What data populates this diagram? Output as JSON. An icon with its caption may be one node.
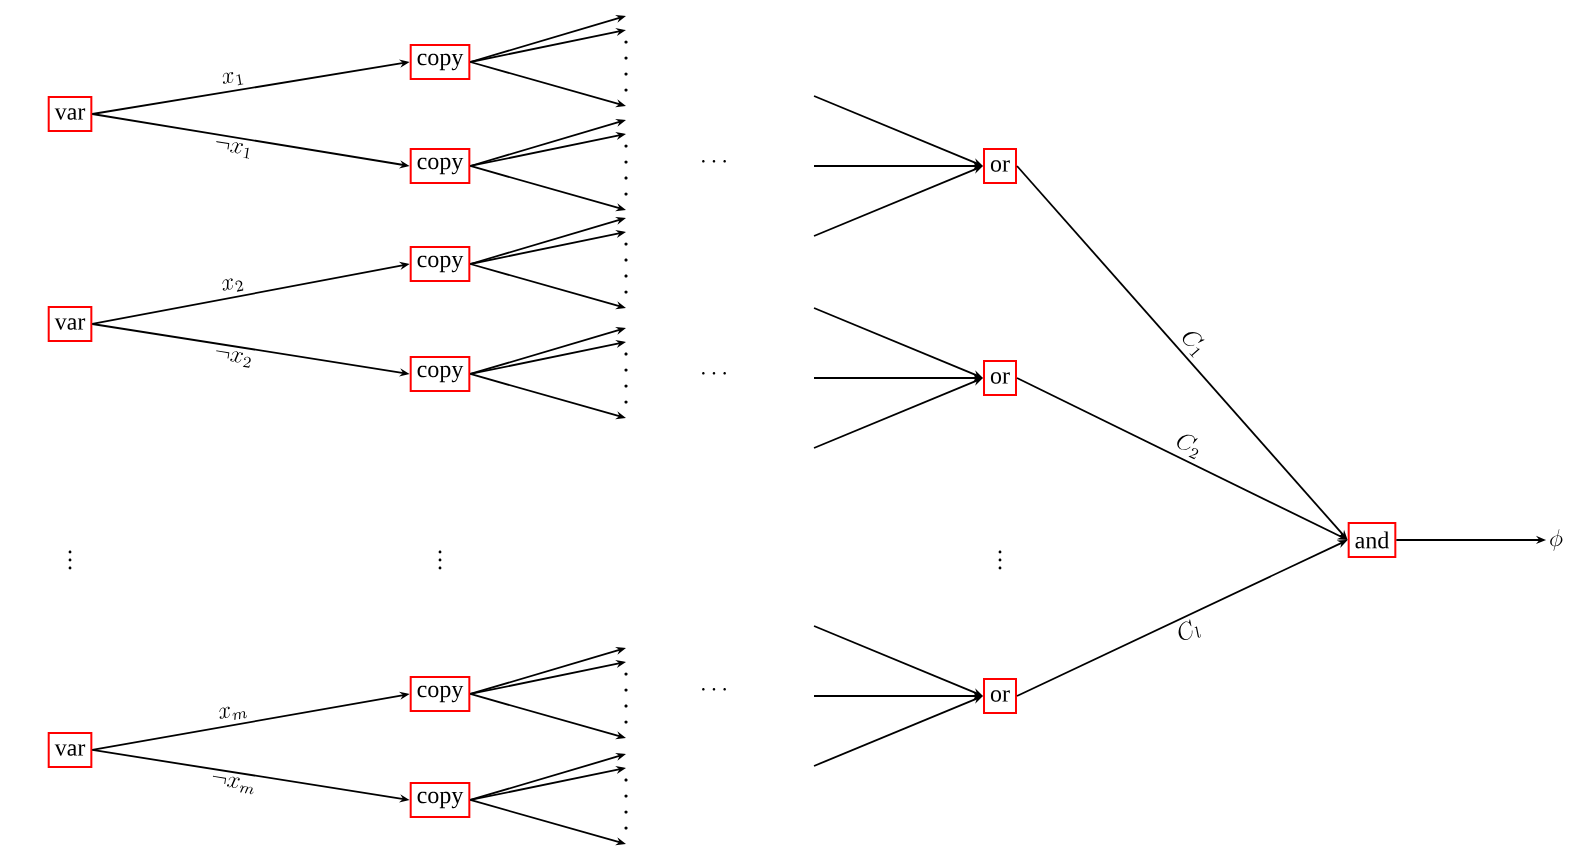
{
  "diagram": {
    "nodes": [
      {
        "text": [
          "var"
        ]
      },
      {
        "text": [
          "copy"
        ]
      },
      {
        "text": [
          "copy"
        ]
      },
      {
        "text": [
          "var"
        ]
      },
      {
        "text": [
          "copy"
        ]
      },
      {
        "text": [
          "copy"
        ]
      },
      {
        "text": [
          "var"
        ]
      },
      {
        "text": [
          "copy"
        ]
      },
      {
        "text": [
          "copy"
        ]
      },
      {
        "text": [
          "or"
        ]
      },
      {
        "text": [
          "or"
        ]
      },
      {
        "text": [
          "or"
        ]
      },
      {
        "text": [
          "and"
        ]
      },
      {
        "text": [
          "\\phi"
        ]
      }
    ],
    "edges": [
      {
        "from": 0,
        "to": 1,
        "arrow": "to",
        "label": "x_1"
      },
      {
        "from": 0,
        "to": 2,
        "arrow": "to",
        "label": "\\neg x_1"
      },
      {
        "from": 3,
        "to": 4,
        "arrow": "to",
        "label": "x_2"
      },
      {
        "from": 3,
        "to": 5,
        "arrow": "to",
        "label": "\\neg x_2"
      },
      {
        "from": 6,
        "to": 7,
        "arrow": "to",
        "label": "x_m"
      },
      {
        "from": 6,
        "to": 8,
        "arrow": "to",
        "label": "\\neg x_m"
      },
      {
        "from": 1,
        "to": null,
        "arrow": "to"
      },
      {
        "from": 1,
        "to": null,
        "arrow": "to"
      },
      {
        "from": 1,
        "to": null,
        "arrow": "to"
      },
      {
        "from": 2,
        "to": null,
        "arrow": "to"
      },
      {
        "from": 2,
        "to": null,
        "arrow": "to"
      },
      {
        "from": 2,
        "to": null,
        "arrow": "to"
      },
      {
        "from": 4,
        "to": null,
        "arrow": "to"
      },
      {
        "from": 4,
        "to": null,
        "arrow": "to"
      },
      {
        "from": 4,
        "to": null,
        "arrow": "to"
      },
      {
        "from": 5,
        "to": null,
        "arrow": "to"
      },
      {
        "from": 5,
        "to": null,
        "arrow": "to"
      },
      {
        "from": 5,
        "to": null,
        "arrow": "to"
      },
      {
        "from": 7,
        "to": null,
        "arrow": "to"
      },
      {
        "from": 7,
        "to": null,
        "arrow": "to"
      },
      {
        "from": 7,
        "to": null,
        "arrow": "to"
      },
      {
        "from": 8,
        "to": null,
        "arrow": "to"
      },
      {
        "from": 8,
        "to": null,
        "arrow": "to"
      },
      {
        "from": 8,
        "to": null,
        "arrow": "to"
      },
      {
        "from": null,
        "to": 9,
        "arrow": "to"
      },
      {
        "from": null,
        "to": 9,
        "arrow": "to"
      },
      {
        "from": null,
        "to": 9,
        "arrow": "to"
      },
      {
        "from": null,
        "to": 10,
        "arrow": "to"
      },
      {
        "from": null,
        "to": 10,
        "arrow": "to"
      },
      {
        "from": null,
        "to": 10,
        "arrow": "to"
      },
      {
        "from": null,
        "to": 11,
        "arrow": "to"
      },
      {
        "from": null,
        "to": 11,
        "arrow": "to"
      },
      {
        "from": null,
        "to": 11,
        "arrow": "to"
      },
      {
        "from": 9,
        "to": 12,
        "arrow": "to",
        "label": "C_1"
      },
      {
        "from": 10,
        "to": 12,
        "arrow": "to",
        "label": "C_2"
      },
      {
        "from": 11,
        "to": 12,
        "arrow": "to",
        "label": "C_l"
      },
      {
        "from": 12,
        "to": 13,
        "arrow": "to"
      }
    ],
    "labels": [
      "\\cdots",
      "\\cdots",
      "\\vdots",
      "\\vdots",
      "\\vdots",
      "\\cdots"
    ]
  }
}
